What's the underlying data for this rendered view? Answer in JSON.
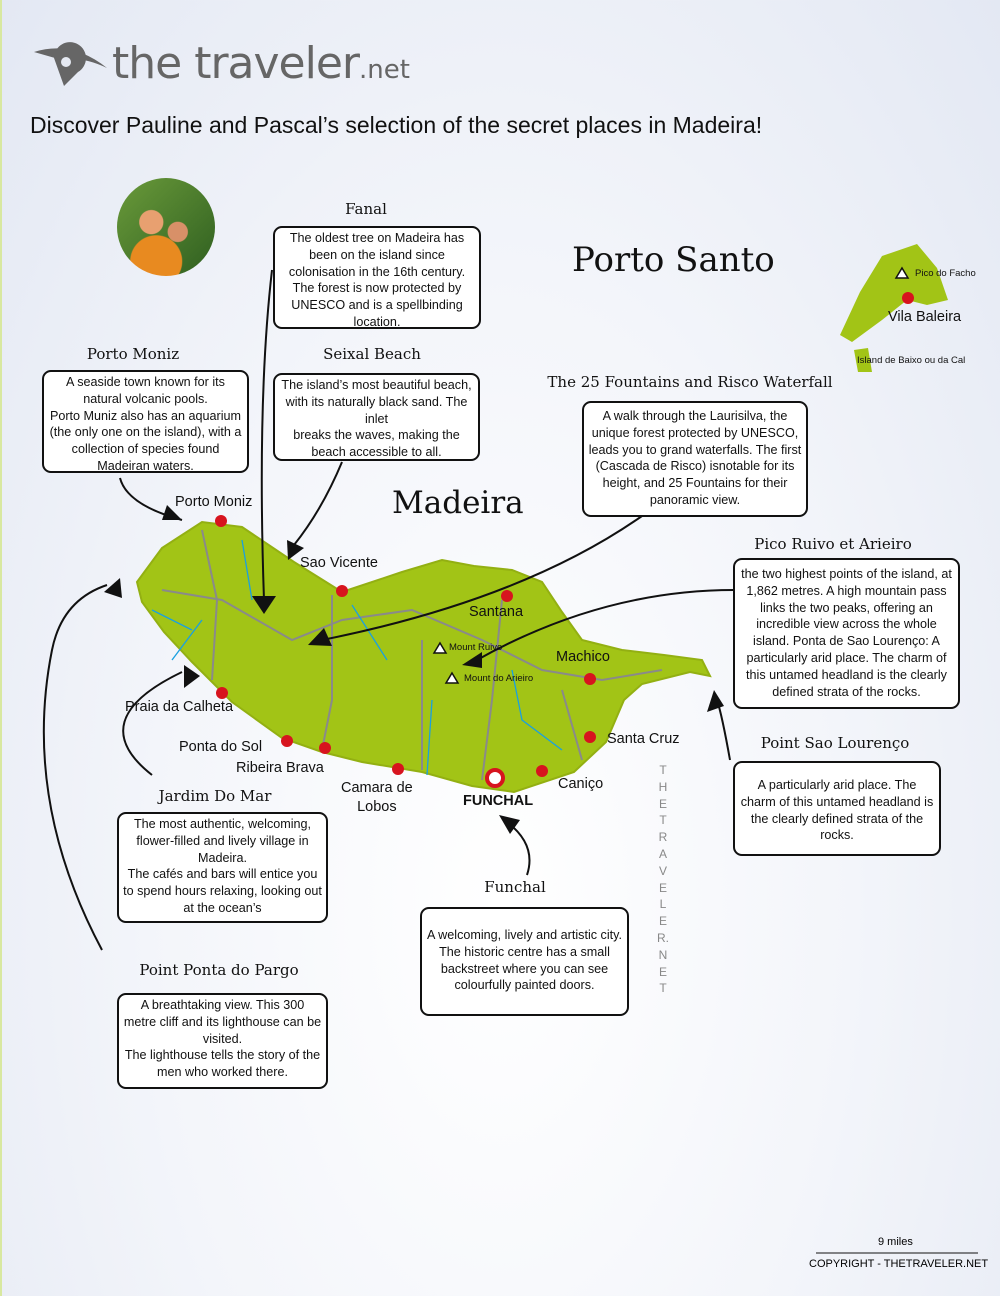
{
  "brand": {
    "name": "the traveler",
    "suffix": ".net"
  },
  "headline": "Discover Pauline and Pascal’s selection of the secret places in Madeira!",
  "regions": {
    "porto_santo": "Porto Santo",
    "madeira": "Madeira"
  },
  "callouts": [
    {
      "title": "Fanal",
      "text": "The oldest tree on Madeira has been on the island since colonisation in the 16th century. The forest is now protected by UNESCO and is a spellbinding location."
    },
    {
      "title": "Porto Moniz",
      "text": "A seaside town known for its natural volcanic pools.\nPorto Muniz also has an aquarium (the only one on the island), with a collection of species found Madeiran waters."
    },
    {
      "title": "Seixal Beach",
      "text": "The island’s most beautiful beach, with its naturally black sand. The inlet\nbreaks the waves, making the beach accessible to all."
    },
    {
      "title": "The 25 Fountains and Risco Waterfall",
      "text": "A walk through the Laurisilva, the unique forest protected by UNESCO, leads you to grand waterfalls. The first (Cascada de Risco) isnotable for its height, and 25 Fountains for their panoramic view."
    },
    {
      "title": "Pico Ruivo et Arieiro",
      "text": "the two highest points of the island, at 1,862 metres. A high mountain pass links the two peaks, offering an incredible view across the whole island. Ponta de Sao Lourenço: A particularly arid place. The charm of this untamed headland is the clearly defined strata of the rocks."
    },
    {
      "title": "Point  Sao Lourenço",
      "text": "A particularly arid place. The charm of this untamed headland is the clearly defined strata of the rocks."
    },
    {
      "title": "Jardim Do Mar",
      "text": "The most authentic, welcoming, flower-filled and lively village in Madeira.\nThe cafés and bars will entice you to spend hours relaxing, looking out at the ocean’s"
    },
    {
      "title": "Funchal",
      "text": "A welcoming, lively and artistic city. The historic centre has a small backstreet where you can see colourfully painted doors."
    },
    {
      "title": "Point Ponta do Pargo",
      "text": "A breathtaking view. This 300 metre cliff and its lighthouse can be visited.\nThe lighthouse tells the story of the men who worked there."
    }
  ],
  "towns": [
    "Porto Moniz",
    "Sao Vicente",
    "Santana",
    "Machico",
    "Santa Cruz",
    "Caniço",
    "FUNCHAL",
    "Camara de\nLobos",
    "Ribeira Brava",
    "Ponta do Sol",
    "Praia da Calheta",
    "Vila Baleira",
    "Island de Baixo ou da Cal"
  ],
  "peaks": [
    "Mount Ruivo",
    "Mount do Arieiro",
    "Pico do Facho"
  ],
  "watermark": "THETRAVELER.NET",
  "scale": "9 miles",
  "copyright": "COPYRIGHT - THETRAVELER.NET",
  "colors": {
    "land": "#a2c416",
    "town": "#d7141e",
    "river": "#1aa0e0",
    "road": "#8a8a8a"
  }
}
